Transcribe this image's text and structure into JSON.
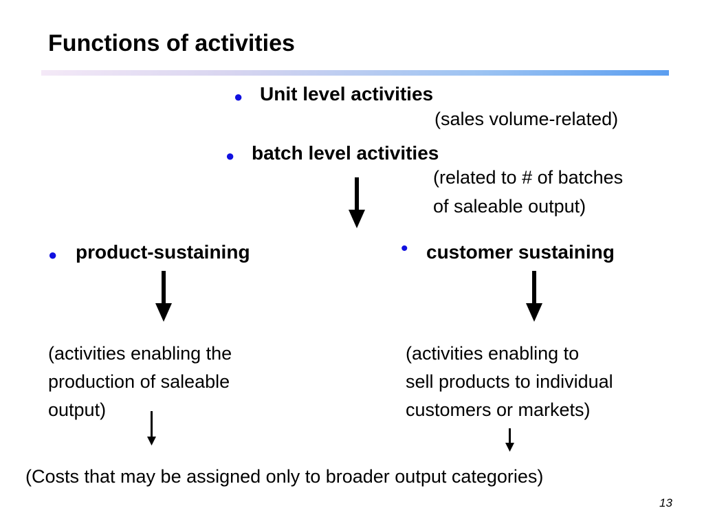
{
  "slide": {
    "title": "Functions of activities",
    "page_number": "13"
  },
  "levels": {
    "unit": {
      "bullet": "●",
      "label": "Unit level activities",
      "note": "(sales volume-related)"
    },
    "batch": {
      "bullet": "●",
      "label": "batch level activities",
      "note_line1": "(related to # of batches",
      "note_line2": "of saleable output)"
    },
    "product": {
      "bullet": "●",
      "label": "product-sustaining",
      "desc_line1": "(activities enabling the",
      "desc_line2": "production of saleable",
      "desc_line3": "output)"
    },
    "customer": {
      "bullet": "•",
      "label": "customer sustaining",
      "desc_line1": "(activities enabling to",
      "desc_line2": "sell products to individual",
      "desc_line3": "customers or markets)"
    }
  },
  "conclusion": "(Costs that may be assigned only to broader output categories)",
  "colors": {
    "bullet": "#1010e0",
    "arrow": "#000000",
    "rule_start": "#f4e9f7",
    "rule_end": "#5b9ef0"
  }
}
